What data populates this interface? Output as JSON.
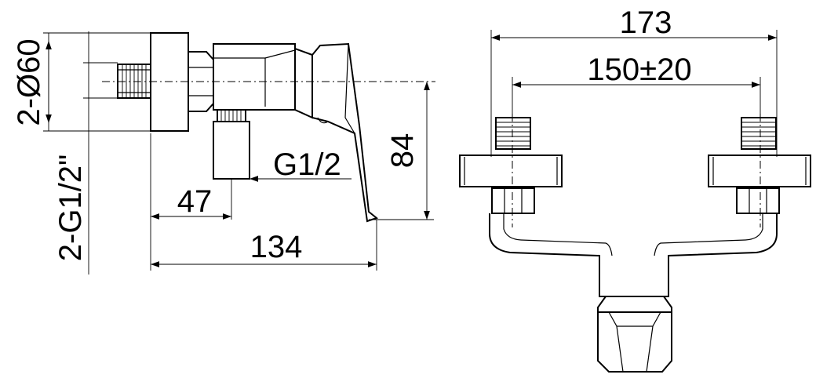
{
  "side_view": {
    "dimensions": {
      "connection_count_diameter": "2-Ø60",
      "connection_count_thread": "2-G1/2\"",
      "outlet_thread": "G1/2",
      "outlet_offset": "47",
      "overall_depth": "134",
      "height": "84"
    }
  },
  "front_view": {
    "dimensions": {
      "overall_width": "173",
      "center_distance": "150±20"
    }
  }
}
